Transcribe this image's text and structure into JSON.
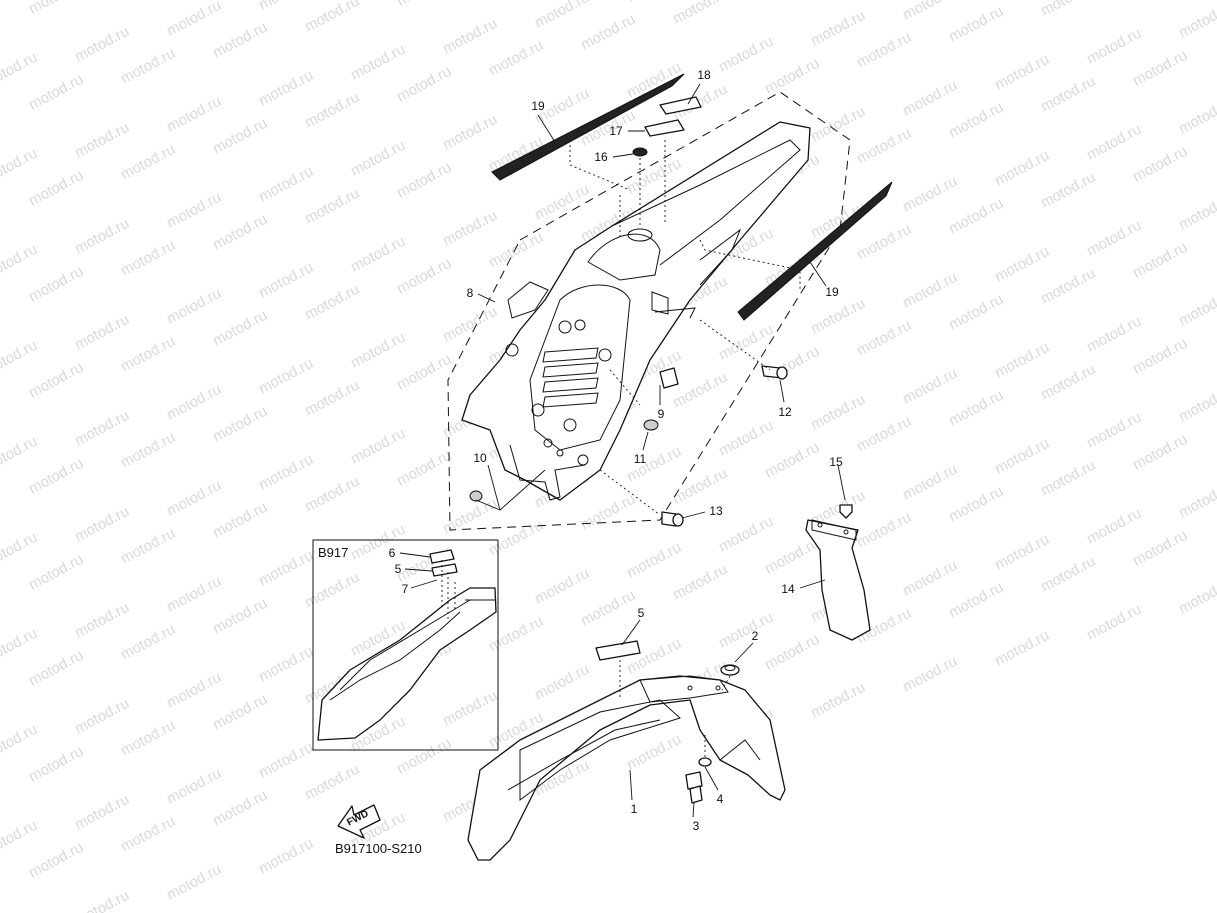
{
  "watermark": {
    "text": "motod.ru"
  },
  "diagram_code": "B917100-S210",
  "inset": {
    "label": "B917"
  },
  "fwd_arrow": {
    "text": "FWD"
  },
  "callouts": {
    "c1": "1",
    "c2": "2",
    "c3": "3",
    "c4": "4",
    "c5": "5",
    "c5b": "5",
    "c6": "6",
    "c7": "7",
    "c8": "8",
    "c9": "9",
    "c10": "10",
    "c11": "11",
    "c12": "12",
    "c13": "13",
    "c14": "14",
    "c15": "15",
    "c16": "16",
    "c17": "17",
    "c18": "18",
    "c19a": "19",
    "c19b": "19"
  }
}
